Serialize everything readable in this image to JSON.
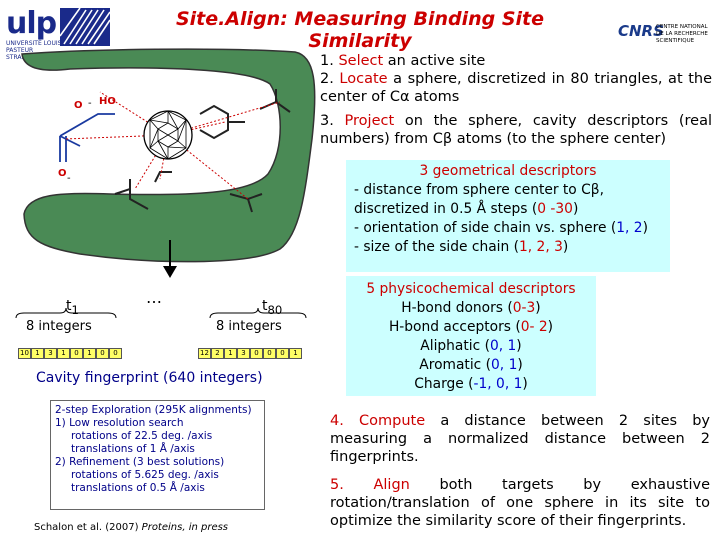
{
  "title": "Site.Align: Measuring Binding Site Similarity",
  "logos": {
    "ulp_name": "ulp",
    "ulp_sub_lines": [
      "UNIVERSITÉ LOUIS PASTEUR",
      "STRASBOURG"
    ],
    "cnrs_name": "CNRS",
    "cnrs_sub_lines": [
      "CENTRE NATIONAL",
      "DE LA RECHERCHE",
      "SCIENTIFIQUE"
    ]
  },
  "molecule_labels": {
    "ho": "HO",
    "o1": "O",
    "o2": "O",
    "minus1": "-",
    "minus2": "-"
  },
  "steps": [
    {
      "num": "1.",
      "verb": "Select",
      "rest": " an active site"
    },
    {
      "num": "2.",
      "verb": "Locate",
      "rest": " a sphere, discretized in 80 triangles, at the center of Cα atoms"
    },
    {
      "num": "3.",
      "verb": "Project",
      "rest": " on the sphere, cavity descriptors (real numbers) from Cβ atoms (to the sphere center)"
    }
  ],
  "geometric": {
    "title": "3 geometrical descriptors",
    "lines": [
      "- distance from sphere center to Cβ, discretized in 0.5 Å steps (",
      "0 -30",
      ")",
      "- orientation of side chain vs. sphere (",
      "1, 2",
      ")",
      "- size of the side chain (",
      "1, 2, 3",
      ")"
    ]
  },
  "physchem": {
    "title": "5 physicochemical descriptors",
    "items": [
      {
        "label": "H-bond donors (",
        "range": "0-3",
        "end": ")"
      },
      {
        "label": "H-bond acceptors (",
        "range": "0- 2",
        "end": ")"
      },
      {
        "label": "Aliphatic (",
        "range": "0, 1",
        "end": ")"
      },
      {
        "label": "Aromatic (",
        "range": "0, 1",
        "end": ")"
      },
      {
        "label": "Charge (",
        "range": "-1, 0, 1",
        "end": ")"
      }
    ]
  },
  "fingerprint": {
    "t1": "t",
    "t1_sub": "1",
    "t80": "t",
    "t80_sub": "80",
    "dots": "…",
    "left_label": "8 integers",
    "right_label": "8 integers",
    "left_cells": [
      "10",
      "1",
      "3",
      "1",
      "0",
      "1",
      "0",
      "0"
    ],
    "right_cells": [
      "12",
      "2",
      "1",
      "3",
      "0",
      "0",
      "0",
      "1"
    ],
    "caption": "Cavity fingerprint (640 integers)"
  },
  "exploration": {
    "title": "2-step Exploration (295K alignments)",
    "lines": [
      "1) Low resolution search",
      "rotations of 22.5 deg. /axis",
      "translations of 1 Å /axis",
      "2) Refinement (3 best solutions)",
      "rotations of 5.625 deg. /axis",
      "translations of 0.5 Å /axis"
    ]
  },
  "citation": {
    "authors": "Schalon et al. (2007) ",
    "journal": "Proteins, in press"
  },
  "step4": {
    "num": "4.",
    "verb": "Compute",
    "rest": " a distance between 2 sites by measuring a normalized distance between 2 fingerprints."
  },
  "step5": {
    "num": "5.",
    "verb": "Align",
    "rest": " both targets by exhaustive rotation/translation of one sphere in its site to optimize the similarity score of their fingerprints."
  },
  "colors": {
    "accent": "#cc0000",
    "box": "#ccffff",
    "cavity": "#4a8a55",
    "cell": "#ffff66",
    "navy": "#000088"
  }
}
